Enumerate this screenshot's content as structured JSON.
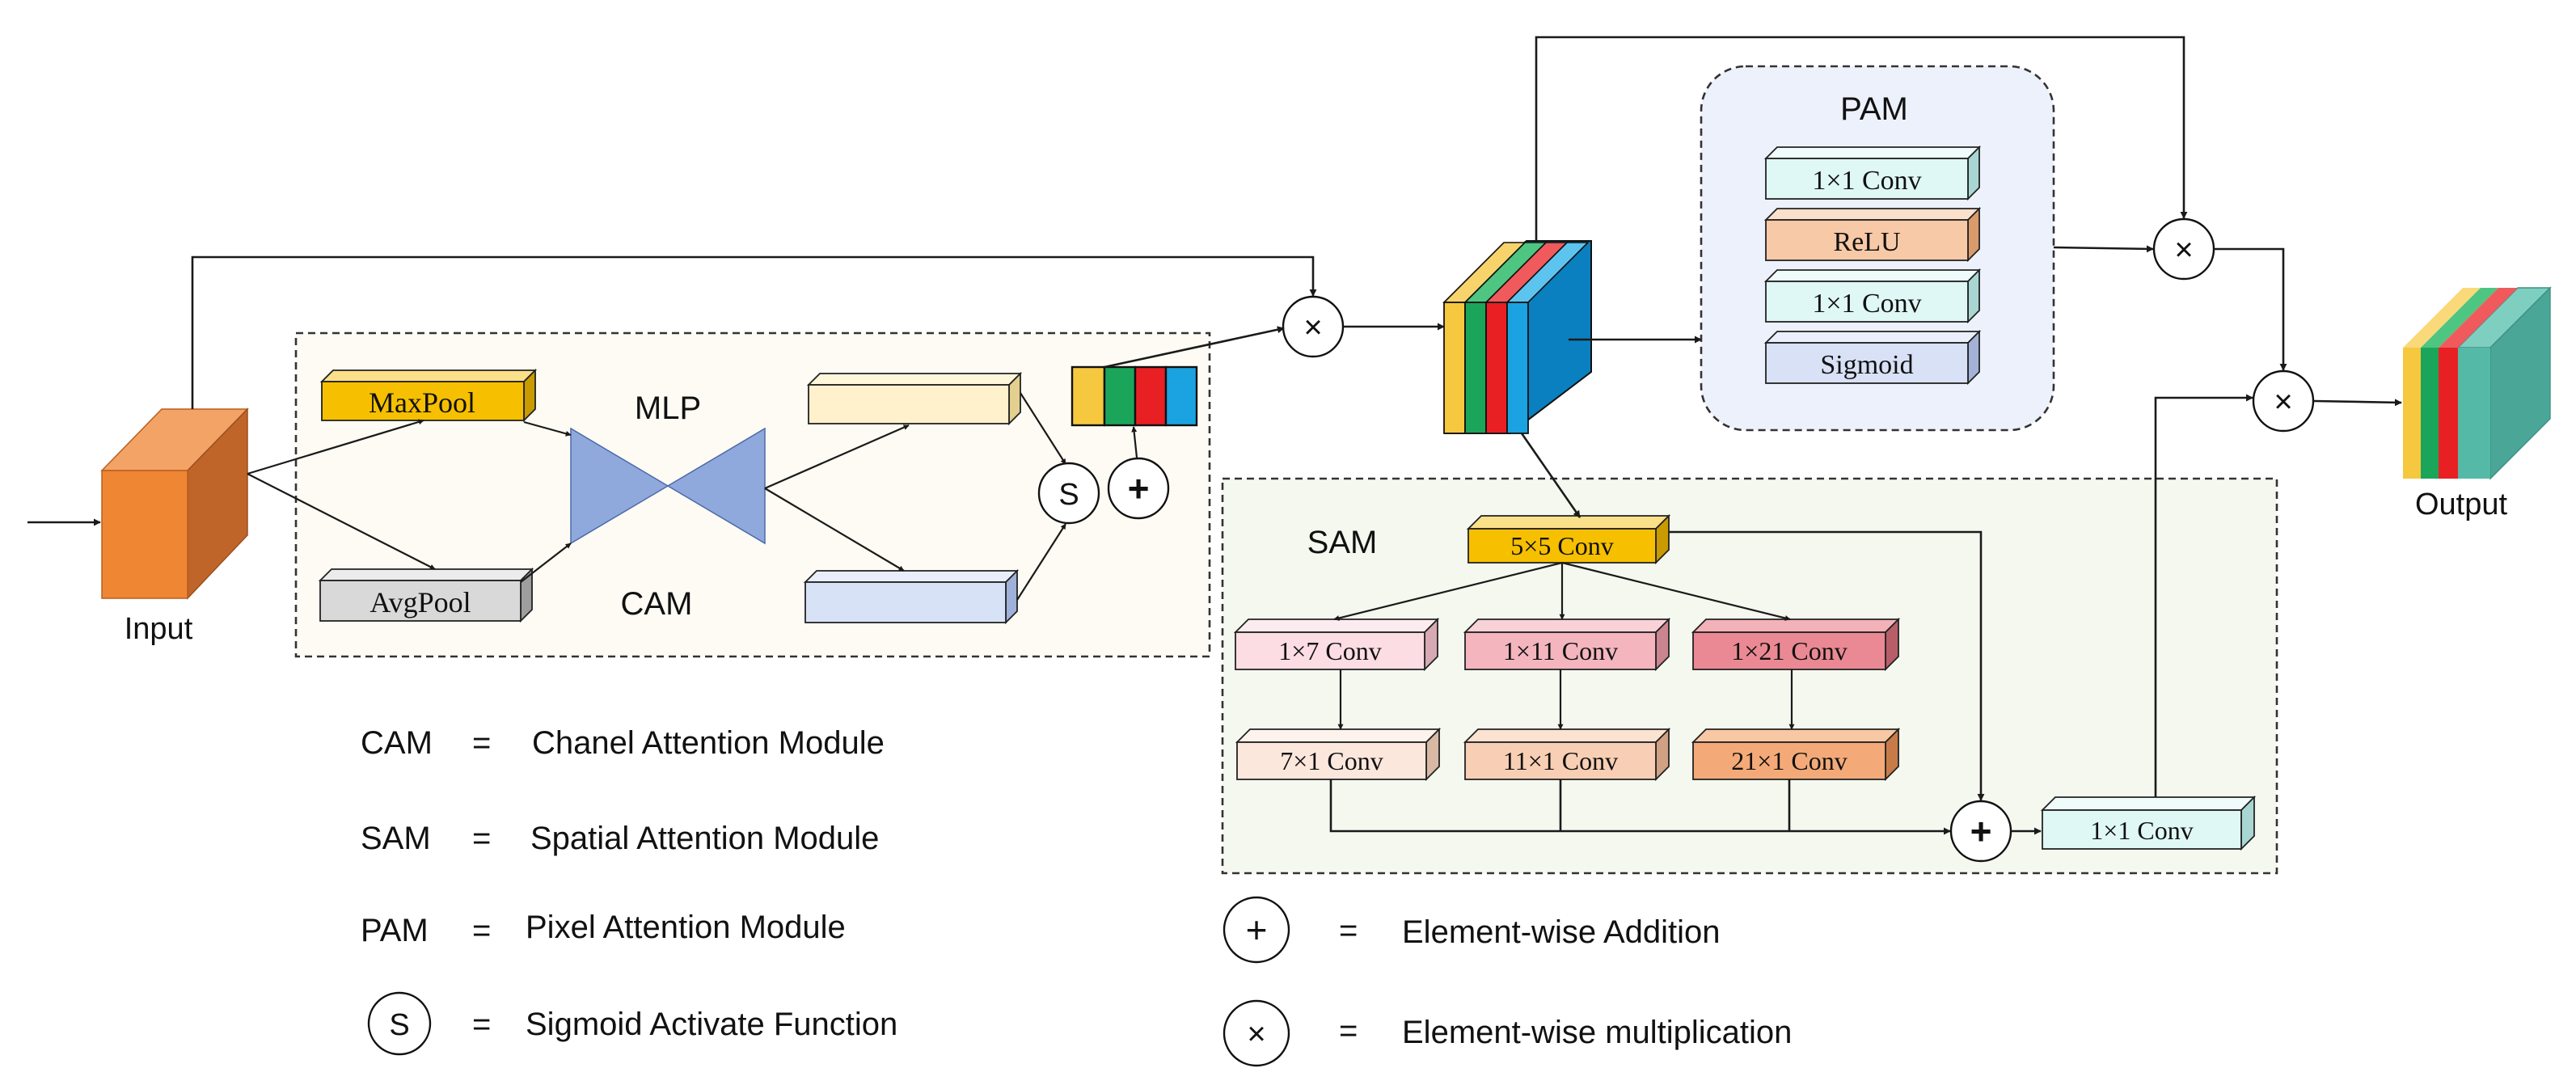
{
  "modules": {
    "cam": {
      "label": "CAM",
      "mlp_label": "MLP",
      "maxpool": "MaxPool",
      "avgpool": "AvgPool"
    },
    "sam": {
      "label": "SAM",
      "conv5": "5×5 Conv",
      "conv1x7": "1×7 Conv",
      "conv1x11": "1×11 Conv",
      "conv1x21": "1×21 Conv",
      "conv7x1": "7×1 Conv",
      "conv11x1": "11×1 Conv",
      "conv21x1": "21×1 Conv",
      "conv1x1_out": "1×1 Conv"
    },
    "pam": {
      "label": "PAM",
      "conv_a": "1×1 Conv",
      "relu": "ReLU",
      "conv_b": "1×1 Conv",
      "sigmoid": "Sigmoid"
    }
  },
  "io": {
    "input": "Input",
    "output": "Output"
  },
  "symbols": {
    "sigmoid": "S",
    "add": "+",
    "multiply": "×"
  },
  "legend": {
    "eq": "=",
    "cam_abbr": "CAM",
    "cam_def": "Chanel Attention Module",
    "sam_abbr": "SAM",
    "sam_def": "Spatial Attention Module",
    "pam_abbr": "PAM",
    "pam_def": "Pixel Attention Module",
    "sigmoid_def": "Sigmoid Activate Function",
    "add_def": "Element-wise Addition",
    "mul_def": "Element-wise multiplication"
  },
  "colors": {
    "input_cube": "#ef8633",
    "maxpool": "#f6c000",
    "avgpool": "#d9d9d9",
    "mlp": "#8fa9dd",
    "cam_panel": "#fdfbf4",
    "sam_panel": "#f5f8ef",
    "pam_panel": "#edf1fb",
    "conv5": "#f6c000",
    "conv_1x7": "#fbdde3",
    "conv_1x11": "#f4b5bf",
    "conv_1x21": "#ea8993",
    "conv_7x1": "#fbe7dc",
    "conv_11x1": "#f8cfb4",
    "conv_21x1": "#f4aa78",
    "teal_conv": "#dff7f5",
    "relu": "#f8c9a6",
    "sigmoid_block": "#d8e1f6",
    "stripe_yellow": "#f6c840",
    "stripe_green": "#1aa55a",
    "stripe_red": "#e82024",
    "stripe_blue": "#1aa3e0",
    "feature_blue": "#0a80c0",
    "output_teal": "#55b9a8"
  }
}
